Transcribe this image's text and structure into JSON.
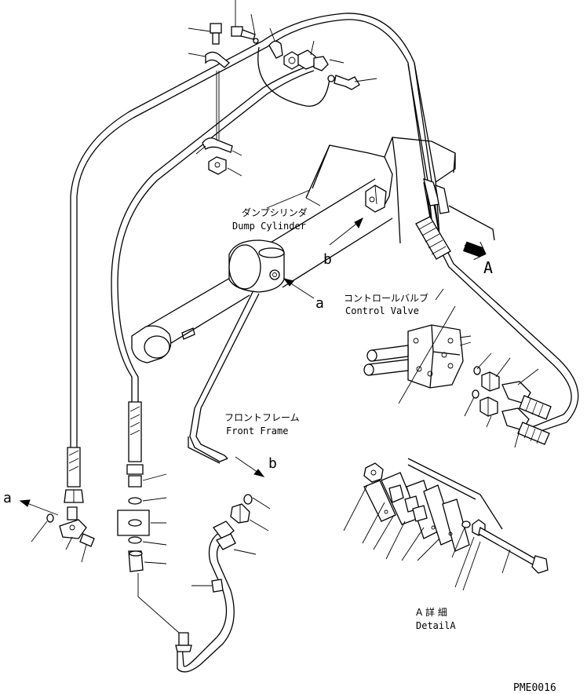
{
  "labels": {
    "dump_cylinder_jp": "ダンプシリンダ",
    "dump_cylinder_en": "Dump Cylinder",
    "control_valve_jp": "コントロールバルブ",
    "control_valve_en": "Control Valve",
    "front_frame_jp": "フロントフレーム",
    "front_frame_en": "Front Frame",
    "detail_jp": "A 詳 細",
    "detail_en": "DetailA",
    "ref_a": "a",
    "ref_b": "b",
    "ref_A": "A",
    "drawing_code": "PME0016"
  }
}
